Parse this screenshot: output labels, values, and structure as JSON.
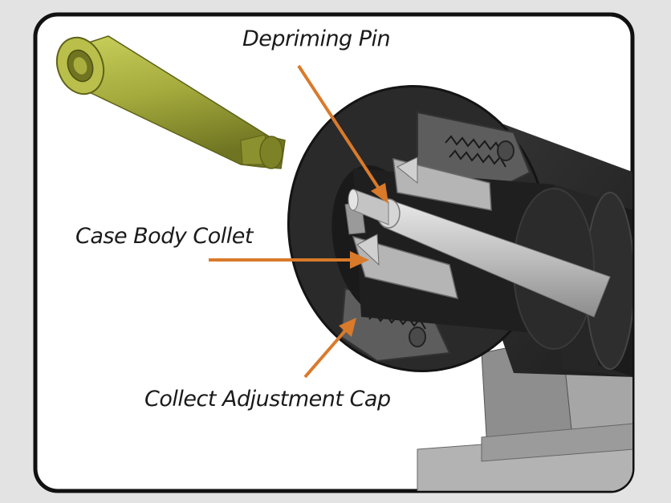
{
  "labels": {
    "depriming_pin": "Depriming Pin",
    "case_body_collet": "Case Body Collet",
    "collet_adjustment_cap": "Collect Adjustment Cap"
  },
  "colors": {
    "frame": "#111111",
    "panel": "#ffffff",
    "outer_background": "#e3e3e3",
    "arrow": "#d97a2b",
    "brass": "#9ea43a",
    "die_body": "#2b2b2b",
    "die_cut": "#5a5a5a",
    "collet": "#b7b7b7",
    "rod": "#c9c9c9"
  }
}
